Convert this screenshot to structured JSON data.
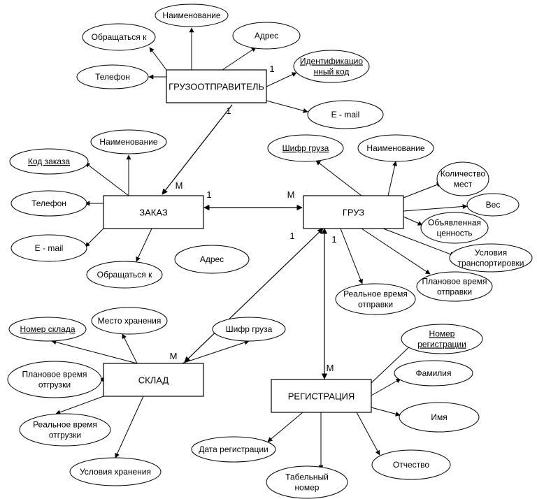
{
  "entities": {
    "shipper": "ГРУЗООТПРАВИТЕЛЬ",
    "order": "ЗАКАЗ",
    "cargo": "ГРУЗ",
    "warehouse": "СКЛАД",
    "registration": "РЕГИСТРАЦИЯ"
  },
  "attributes": {
    "shipper": [
      {
        "lines": [
          "Наименование"
        ],
        "key": false
      },
      {
        "lines": [
          "Обращаться к"
        ],
        "key": false
      },
      {
        "lines": [
          "Адрес"
        ],
        "key": false
      },
      {
        "lines": [
          "Телефон"
        ],
        "key": false
      },
      {
        "lines": [
          "Идентификацио",
          "нный код"
        ],
        "key": true
      },
      {
        "lines": [
          "E - mail"
        ],
        "key": false
      }
    ],
    "order": [
      {
        "lines": [
          "Наименование"
        ],
        "key": false
      },
      {
        "lines": [
          "Код заказа"
        ],
        "key": true
      },
      {
        "lines": [
          "Телефон"
        ],
        "key": false
      },
      {
        "lines": [
          "E - mail"
        ],
        "key": false
      },
      {
        "lines": [
          "Обращаться к"
        ],
        "key": false
      },
      {
        "lines": [
          "Адрес"
        ],
        "key": false
      }
    ],
    "cargo": [
      {
        "lines": [
          "Шифр груза"
        ],
        "key": true
      },
      {
        "lines": [
          "Наименование"
        ],
        "key": false
      },
      {
        "lines": [
          "Количество",
          "мест"
        ],
        "key": false
      },
      {
        "lines": [
          "Вес"
        ],
        "key": false
      },
      {
        "lines": [
          "Объявленная",
          "ценность"
        ],
        "key": false
      },
      {
        "lines": [
          "Условия",
          "транспортировки"
        ],
        "key": false
      },
      {
        "lines": [
          "Плановое время",
          "отправки"
        ],
        "key": false
      },
      {
        "lines": [
          "Реальное время",
          "отправки"
        ],
        "key": false
      }
    ],
    "warehouse": [
      {
        "lines": [
          "Номер склада"
        ],
        "key": true
      },
      {
        "lines": [
          "Место хранения"
        ],
        "key": false
      },
      {
        "lines": [
          "Шифр груза"
        ],
        "key": false
      },
      {
        "lines": [
          "Плановое время",
          "отгрузки"
        ],
        "key": false
      },
      {
        "lines": [
          "Реальное время",
          "отгрузки"
        ],
        "key": false
      },
      {
        "lines": [
          "Условия хранения"
        ],
        "key": false
      }
    ],
    "registration": [
      {
        "lines": [
          "Номер",
          "регистрации"
        ],
        "key": true
      },
      {
        "lines": [
          "Фамилия"
        ],
        "key": false
      },
      {
        "lines": [
          "Имя"
        ],
        "key": false
      },
      {
        "lines": [
          "Отчество"
        ],
        "key": false
      },
      {
        "lines": [
          "Табельный",
          "номер"
        ],
        "key": false
      },
      {
        "lines": [
          "Дата регистрации"
        ],
        "key": false
      }
    ]
  },
  "relationships": [
    {
      "from": "shipper",
      "to": "order",
      "from_card": "1",
      "to_card": "M"
    },
    {
      "from": "order",
      "to": "cargo",
      "from_card": "1",
      "to_card": "M"
    },
    {
      "from": "cargo",
      "to": "warehouse",
      "from_card": "1",
      "to_card": "M"
    },
    {
      "from": "cargo",
      "to": "registration",
      "from_card": "1",
      "to_card": "M"
    }
  ],
  "shipper_key_cardinality": "1"
}
